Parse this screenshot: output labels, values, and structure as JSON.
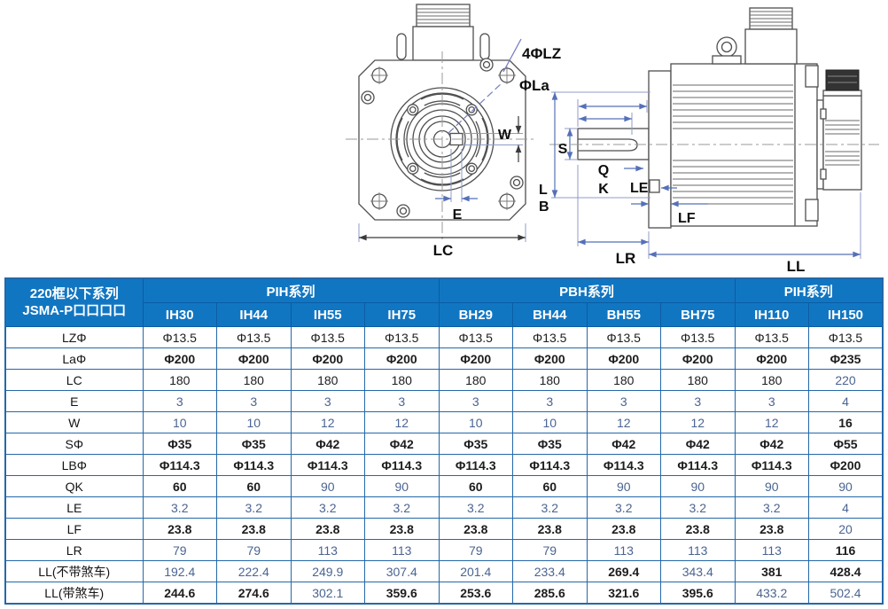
{
  "colors": {
    "header_bg": "#1176c2",
    "grid_border": "#2468a8",
    "text_dark": "#1d1d1d",
    "text_blue": "#4a6492",
    "dimension_blue": "#5570b8",
    "leader_violet": "#767cc2",
    "drawing_outline": "#4f4f4f"
  },
  "diagram": {
    "front_view": {
      "bolt_holes": "4ΦLZ",
      "flange_diameter": "ΦLa",
      "keyway_width": "W",
      "pilot_step": "E",
      "frame_width": "LC"
    },
    "side_view": {
      "shaft_diameter": "S",
      "dim_q": "Q",
      "dim_k": "K",
      "dim_le": "LE",
      "dim_l": "L",
      "dim_b": "B",
      "flange_thickness": "LF",
      "shaft_length": "LR",
      "body_length": "LL"
    }
  },
  "table": {
    "corner": {
      "line1": "220框以下系列",
      "line2": "JSMA-P口口口口"
    },
    "groups": [
      {
        "label": "PIH系列"
      },
      {
        "label": "PBH系列"
      },
      {
        "label": "PIH系列"
      }
    ],
    "models": [
      "IH30",
      "IH44",
      "IH55",
      "IH75",
      "BH29",
      "BH44",
      "BH55",
      "BH75",
      "IH110",
      "IH150"
    ],
    "rows": [
      {
        "label": "LZΦ",
        "values": [
          "Φ13.5",
          "Φ13.5",
          "Φ13.5",
          "Φ13.5",
          "Φ13.5",
          "Φ13.5",
          "Φ13.5",
          "Φ13.5",
          "Φ13.5",
          "Φ13.5"
        ],
        "styles": [
          "k",
          "k",
          "k",
          "k",
          "k",
          "k",
          "k",
          "k",
          "k",
          "k"
        ]
      },
      {
        "label": "LaΦ",
        "values": [
          "Φ200",
          "Φ200",
          "Φ200",
          "Φ200",
          "Φ200",
          "Φ200",
          "Φ200",
          "Φ200",
          "Φ200",
          "Φ235"
        ],
        "styles": [
          "kb",
          "kb",
          "kb",
          "kb",
          "kb",
          "kb",
          "kb",
          "kb",
          "kb",
          "kb"
        ]
      },
      {
        "label": "LC",
        "values": [
          "180",
          "180",
          "180",
          "180",
          "180",
          "180",
          "180",
          "180",
          "180",
          "220"
        ],
        "styles": [
          "k",
          "k",
          "k",
          "k",
          "k",
          "k",
          "k",
          "k",
          "k",
          "b"
        ]
      },
      {
        "label": "E",
        "values": [
          "3",
          "3",
          "3",
          "3",
          "3",
          "3",
          "3",
          "3",
          "3",
          "4"
        ],
        "styles": [
          "b",
          "b",
          "b",
          "b",
          "b",
          "b",
          "b",
          "b",
          "b",
          "b"
        ]
      },
      {
        "label": "W",
        "values": [
          "10",
          "10",
          "12",
          "12",
          "10",
          "10",
          "12",
          "12",
          "12",
          "16"
        ],
        "styles": [
          "b",
          "b",
          "b",
          "b",
          "b",
          "b",
          "b",
          "b",
          "b",
          "kb"
        ]
      },
      {
        "label": "SΦ",
        "values": [
          "Φ35",
          "Φ35",
          "Φ42",
          "Φ42",
          "Φ35",
          "Φ35",
          "Φ42",
          "Φ42",
          "Φ42",
          "Φ55"
        ],
        "styles": [
          "kb",
          "kb",
          "kb",
          "kb",
          "kb",
          "kb",
          "kb",
          "kb",
          "kb",
          "kb"
        ]
      },
      {
        "label": "LBΦ",
        "values": [
          "Φ114.3",
          "Φ114.3",
          "Φ114.3",
          "Φ114.3",
          "Φ114.3",
          "Φ114.3",
          "Φ114.3",
          "Φ114.3",
          "Φ114.3",
          "Φ200"
        ],
        "styles": [
          "kb",
          "kb",
          "kb",
          "kb",
          "kb",
          "kb",
          "kb",
          "kb",
          "kb",
          "kb"
        ]
      },
      {
        "label": "QK",
        "values": [
          "60",
          "60",
          "90",
          "90",
          "60",
          "60",
          "90",
          "90",
          "90",
          "90"
        ],
        "styles": [
          "kb",
          "kb",
          "b",
          "b",
          "kb",
          "kb",
          "b",
          "b",
          "b",
          "b"
        ]
      },
      {
        "label": "LE",
        "values": [
          "3.2",
          "3.2",
          "3.2",
          "3.2",
          "3.2",
          "3.2",
          "3.2",
          "3.2",
          "3.2",
          "4"
        ],
        "styles": [
          "b",
          "b",
          "b",
          "b",
          "b",
          "b",
          "b",
          "b",
          "b",
          "b"
        ]
      },
      {
        "label": "LF",
        "values": [
          "23.8",
          "23.8",
          "23.8",
          "23.8",
          "23.8",
          "23.8",
          "23.8",
          "23.8",
          "23.8",
          "20"
        ],
        "styles": [
          "kb",
          "kb",
          "kb",
          "kb",
          "kb",
          "kb",
          "kb",
          "kb",
          "kb",
          "b"
        ]
      },
      {
        "label": "LR",
        "values": [
          "79",
          "79",
          "113",
          "113",
          "79",
          "79",
          "113",
          "113",
          "113",
          "116"
        ],
        "styles": [
          "b",
          "b",
          "b",
          "b",
          "b",
          "b",
          "b",
          "b",
          "b",
          "kb"
        ]
      },
      {
        "label": "LL(不带煞车)",
        "values": [
          "192.4",
          "222.4",
          "249.9",
          "307.4",
          "201.4",
          "233.4",
          "269.4",
          "343.4",
          "381",
          "428.4"
        ],
        "styles": [
          "b",
          "b",
          "b",
          "b",
          "b",
          "b",
          "kb",
          "b",
          "kb",
          "kb"
        ]
      },
      {
        "label": "LL(带煞车)",
        "values": [
          "244.6",
          "274.6",
          "302.1",
          "359.6",
          "253.6",
          "285.6",
          "321.6",
          "395.6",
          "433.2",
          "502.4"
        ],
        "styles": [
          "kb",
          "kb",
          "b",
          "kb",
          "kb",
          "kb",
          "kb",
          "kb",
          "b",
          "b"
        ]
      }
    ]
  }
}
